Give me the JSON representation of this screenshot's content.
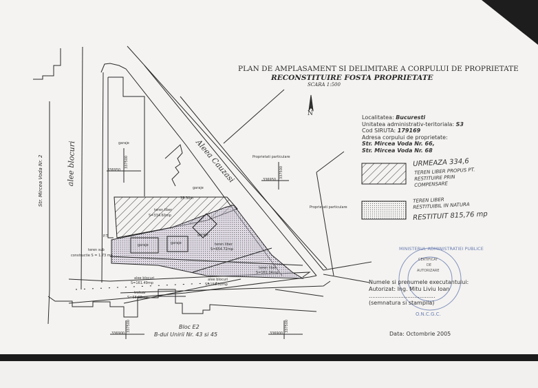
{
  "header": {
    "title": "PLAN DE AMPLASAMENT SI DELIMITARE A CORPULUI DE PROPRIETATE",
    "subtitle": "RECONSTITUIRE FOSTA PROPRIETATE",
    "scale": "SCARA 1:500"
  },
  "info": {
    "locality_label": "Localitatea:",
    "locality": "Bucuresti",
    "admin_unit_label": "Unitatea administrativ-teritoriala:",
    "admin_unit": "S3",
    "siruta_label": "Cod SIRUTA:",
    "siruta": "179169",
    "address_label": "Adresa corpului de proprietate:",
    "address_1": "Str. Mircea Voda Nr. 66,",
    "address_2": "Str. Mircea Voda Nr. 68"
  },
  "legend": {
    "hatched_note_1": "URMEAZA 334,6",
    "hatched_note_2": "TEREN LIBER PROPUS PT.",
    "hatched_note_3": "RESTITUIRE PRIN",
    "hatched_note_4": "COMPENSARE",
    "dotted_note_1": "TEREN LIBER",
    "dotted_note_2": "RESTITUIBIL IN NATURA",
    "dotted_note_3": "RESTITUIT 815,76 mp"
  },
  "signature": {
    "line_1": "Numele si prenumele executantului:",
    "line_2": "Autorizat: Ing. Mitu Liviu Ioan",
    "line_3": "......................................",
    "line_4": "(semnatura si stampila)"
  },
  "stamp": {
    "ring_text": "MINISTERUL ADMINISTRATIEI PUBLICE",
    "center_1": "CERTIFICAT",
    "center_2": "DE",
    "center_3": "AUTORIZARE",
    "bottom": "O.N.C.G.C."
  },
  "date": "Data: Octombrie 2005",
  "map": {
    "road_alee": "alee blocuri",
    "road_mircea": "Str. Mircea Voda Nr. 2",
    "road_cauzasi": "Aleea Cauzasi",
    "garaje": "garaje",
    "proprietati": "Proprietati particulare",
    "teren_liber": "teren liber",
    "area_hatched": "S=334.60mp",
    "area_dotted_main": "S=654.72mp",
    "area_dotted_strip": "S=161.04mp",
    "alee_1_area": "S=161.49mp",
    "alee_2_area": "S=158.52mp",
    "trotuar": "trotuar",
    "trotuar_area": "S=68.08mp",
    "teren_sub": "teren sub",
    "constructie": "constructie S = 1.73 mp",
    "pt": "P.T.",
    "distance": "35.30m",
    "bloc": "Bloc E2",
    "bulevard": "B-dul Unirii Nr. 43 si 45",
    "coord_x1": "336950",
    "coord_y1": "337500",
    "coord_x2": "336900",
    "north": "N"
  },
  "colors": {
    "ink": "#2a2a2a",
    "paper": "#f4f3f1",
    "stamp": "#6d7fb4",
    "dotted_tint": "#b9b3c8"
  }
}
